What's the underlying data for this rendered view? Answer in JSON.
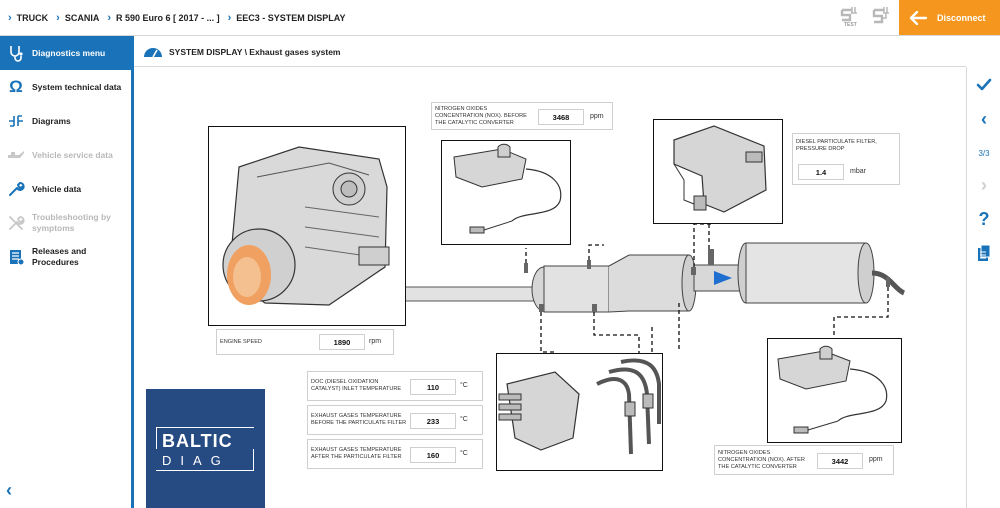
{
  "breadcrumb": [
    "TRUCK",
    "SCANIA",
    "R 590 Euro 6 [ 2017 - ... ]",
    "EEC3 - SYSTEM DISPLAY"
  ],
  "topbar": {
    "test_label": "TEST",
    "disconnect_label": "Disconnect",
    "accent_color": "#f5961e"
  },
  "sidebar": {
    "items": [
      {
        "label": "Diagnostics menu",
        "icon": "stethoscope-icon",
        "state": "active"
      },
      {
        "label": "System technical data",
        "icon": "omega-icon",
        "state": "normal"
      },
      {
        "label": "Diagrams",
        "icon": "circuit-icon",
        "state": "normal"
      },
      {
        "label": "Vehicle service data",
        "icon": "oil-can-icon",
        "state": "disabled"
      },
      {
        "label": "Vehicle data",
        "icon": "wrench-icon",
        "state": "normal"
      },
      {
        "label": "Troubleshooting by symptoms",
        "icon": "tools-icon",
        "state": "disabled"
      },
      {
        "label": "Releases and Procedures",
        "icon": "document-list-icon",
        "state": "normal"
      }
    ]
  },
  "section": {
    "title": "SYSTEM DISPLAY \\ Exhaust gases system"
  },
  "rail": {
    "page": "3/3"
  },
  "readings": {
    "nox_before": {
      "label": "NITROGEN OXIDES CONCENTRATION (NOX). BEFORE THE CATALYTIC CONVERTER",
      "value": "3468",
      "unit": "ppm"
    },
    "dpf_pressure": {
      "label": "DIESEL PARTICULATE FILTER, PRESSURE DROP",
      "value": "1.4",
      "unit": "mbar"
    },
    "engine_speed": {
      "label": "ENGINE SPEED",
      "value": "1890",
      "unit": "rpm"
    },
    "doc_inlet": {
      "label": "DOC (DIESEL OXIDATION CATALYST) INLET TEMPERATURE",
      "value": "110",
      "unit": "°C"
    },
    "temp_before_dpf": {
      "label": "EXHAUST GASES TEMPERATURE BEFORE THE PARTICULATE FILTER",
      "value": "233",
      "unit": "°C"
    },
    "temp_after_dpf": {
      "label": "EXHAUST GASES TEMPERATURE AFTER THE PARTICULATE FILTER",
      "value": "160",
      "unit": "°C"
    },
    "nox_after": {
      "label": "NITROGEN OXIDES CONCENTRATION (NOX). AFTER THE CATALYTIC CONVERTER",
      "value": "3442",
      "unit": "ppm"
    }
  },
  "logo": {
    "line1": "BALTIC",
    "line2": "DIAG",
    "bg_color": "#264a82"
  }
}
